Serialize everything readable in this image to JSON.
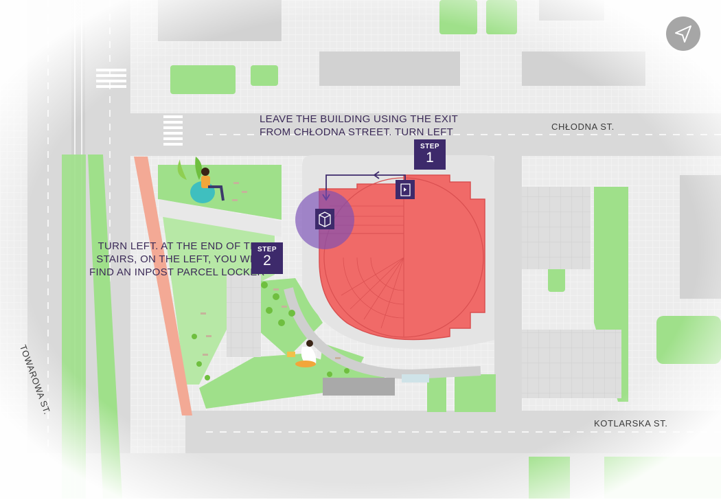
{
  "map": {
    "streets": {
      "chlodna": "CHŁODNA ST.",
      "kotlarska": "KOTLARSKA ST.",
      "towarowa": "TOWAROWA ST."
    },
    "step1": {
      "badge_label": "STEP",
      "badge_number": "1",
      "lines": [
        "LEAVE THE BUILDING USING THE EXIT",
        "FROM CHŁODNA STREET. TURN LEFT"
      ]
    },
    "step2": {
      "badge_label": "STEP",
      "badge_number": "2",
      "lines": [
        "TURN LEFT. AT THE END OF THE",
        "STAIRS, ON THE LEFT, YOU WILL",
        "FIND AN INPOST PARCEL LOCKER"
      ]
    },
    "icons": [
      "compass-icon",
      "door-exit-icon",
      "parcel-box-icon",
      "route-arrow-icon"
    ],
    "colors": {
      "building": "#f06a68",
      "accent_purple": "#3d2a6b",
      "locker_highlight": "#7a4fb7",
      "grass": "#9fe08a",
      "road": "#d9d9d9"
    }
  }
}
